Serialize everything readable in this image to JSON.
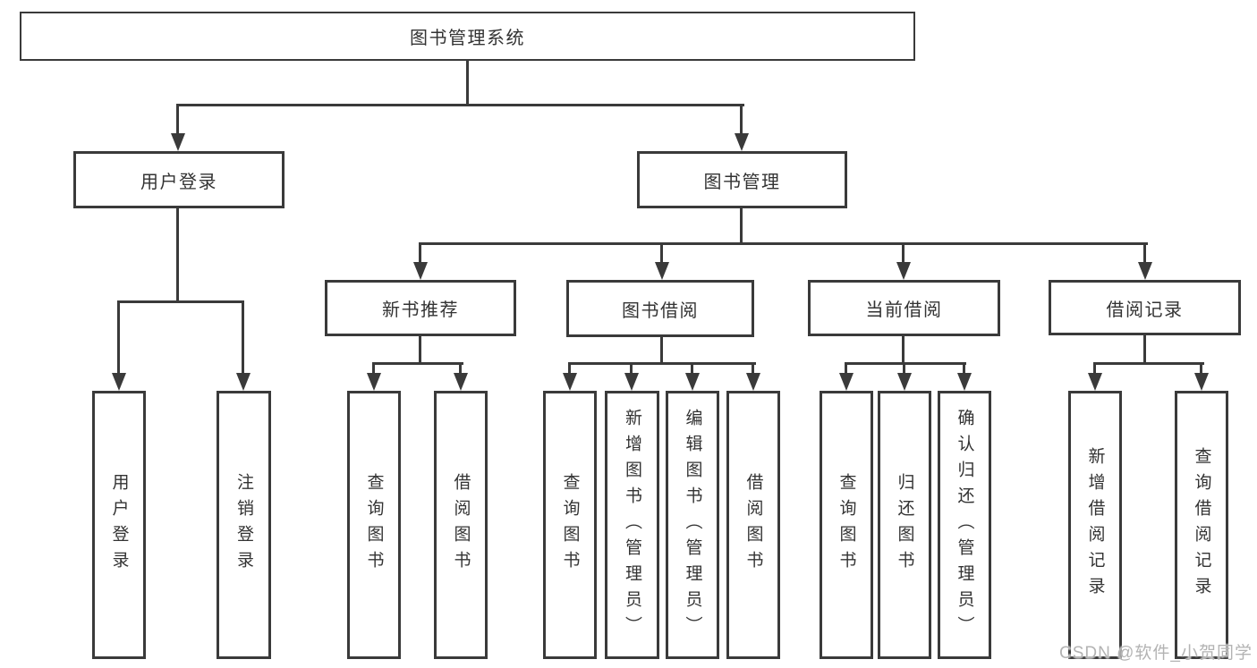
{
  "tree": {
    "root": "图书管理系统",
    "branches": [
      {
        "label": "用户登录",
        "children": [
          "用户登录",
          "注销登录"
        ]
      },
      {
        "label": "图书管理",
        "sections": [
          {
            "label": "新书推荐",
            "children": [
              "查询图书",
              "借阅图书"
            ]
          },
          {
            "label": "图书借阅",
            "children": [
              "查询图书",
              "新增图书（管理员）",
              "编辑图书（管理员）",
              "借阅图书"
            ]
          },
          {
            "label": "当前借阅",
            "children": [
              "查询图书",
              "归还图书",
              "确认归还（管理员）"
            ]
          },
          {
            "label": "借阅记录",
            "children": [
              "新增借阅记录",
              "查询借阅记录"
            ]
          }
        ]
      }
    ]
  },
  "watermark": "CSDN @软件_小贺同学",
  "colors": {
    "line": "#3a3a3a",
    "text": "#333333",
    "watermark": "#b3b3b3",
    "background": "#ffffff"
  }
}
